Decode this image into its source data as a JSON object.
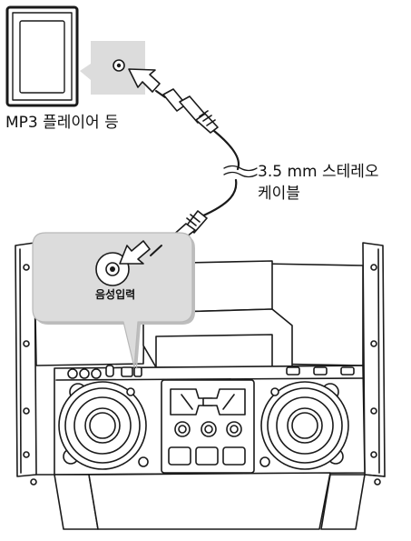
{
  "labels": {
    "device": "MP3 플레이어 등",
    "cable_line1": "3.5 mm 스테레오",
    "cable_line2": "케이블",
    "port": "음성입력"
  },
  "colors": {
    "line": "#1a1a1a",
    "fill": "#ffffff",
    "callout": "#dcdcdc",
    "shadow": "#bdbdbd"
  }
}
